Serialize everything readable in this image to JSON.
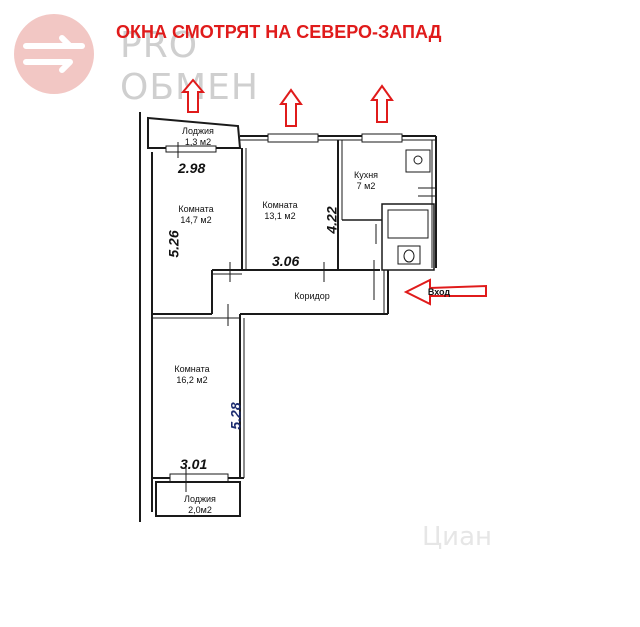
{
  "logo": {
    "line1": "PRO",
    "line2": "ОБМЕН",
    "accent": "#e3312d"
  },
  "headline": "ОКНА СМОТРЯТ НА СЕВЕРО-ЗАПАД",
  "rooms": {
    "loggia_top": {
      "name": "Лоджия",
      "area": "1,3 м2"
    },
    "room_left": {
      "name": "Комната",
      "area": "14,7 м2"
    },
    "room_middle": {
      "name": "Комната",
      "area": "13,1 м2"
    },
    "kitchen": {
      "name": "Кухня",
      "area": "7 м2"
    },
    "corridor": {
      "name": "Коридор"
    },
    "room_bottom": {
      "name": "Комната",
      "area": "16,2 м2"
    },
    "loggia_bottom": {
      "name": "Лоджия",
      "area": "2,0м2"
    }
  },
  "dimensions": {
    "top_width": "2.98",
    "left_height": "5.26",
    "middle_height": "4.22",
    "middle_width": "3.06",
    "bottom_height": "5.28",
    "bottom_width": "3.01"
  },
  "entrance_label": "Вход",
  "watermark": "Циан",
  "colors": {
    "arrow": "#e01b1b",
    "wall": "#1a1a1a",
    "headline": "#e01b1b"
  }
}
